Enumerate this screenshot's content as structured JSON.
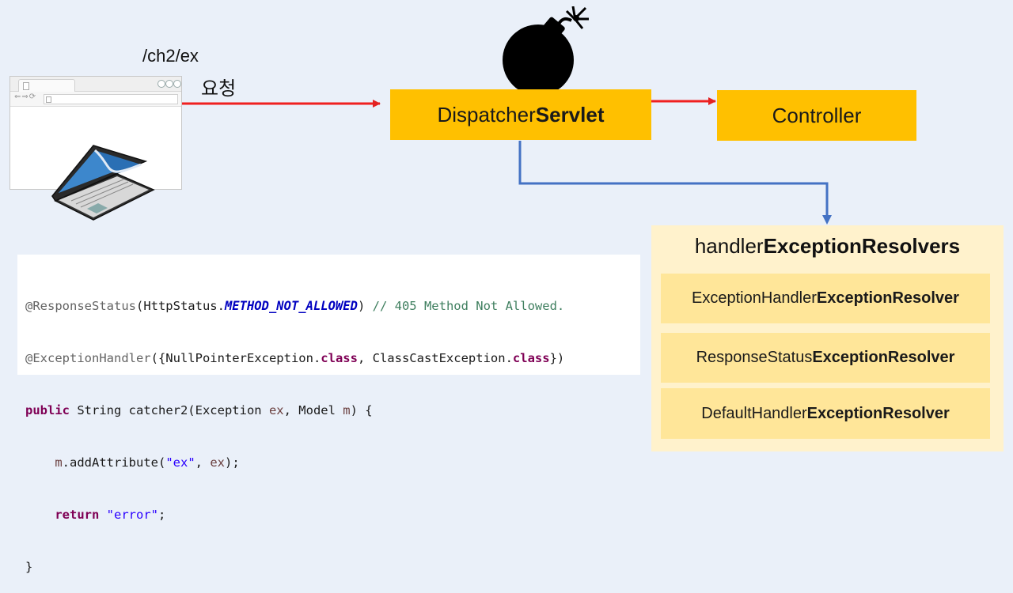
{
  "request": {
    "path": "/ch2/ex",
    "label": "요청"
  },
  "nodes": {
    "dispatcher": {
      "prefix": "Dispatcher",
      "bold": "Servlet"
    },
    "controller": {
      "label": "Controller"
    }
  },
  "resolvers": {
    "title_prefix": "handler",
    "title_bold": "ExceptionResolvers",
    "items": [
      {
        "prefix": "ExceptionHandler",
        "bold": "ExceptionResolver"
      },
      {
        "prefix": "ResponseStatus",
        "bold": "ExceptionResolver"
      },
      {
        "prefix": "DefaultHandler",
        "bold": "ExceptionResolver"
      }
    ]
  },
  "code": {
    "l1": {
      "a": "@ResponseStatus",
      "b": "(HttpStatus.",
      "c": "METHOD_NOT_ALLOWED",
      "d": ") ",
      "e": "// 405 Method Not Allowed."
    },
    "l2": {
      "a": "@ExceptionHandler",
      "b": "({NullPointerException.",
      "c": "class",
      "d": ", ClassCastException.",
      "e": "class",
      "f": "})"
    },
    "l3": {
      "a": "public",
      "b": " String catcher2(Exception ",
      "c": "ex",
      "d": ", Model ",
      "e": "m",
      "f": ") {"
    },
    "l4": {
      "a": "    ",
      "b": "m",
      "c": ".addAttribute(",
      "d": "\"ex\"",
      "e": ", ",
      "f": "ex",
      "g": ");"
    },
    "l5": {
      "a": "    ",
      "b": "return",
      "c": " ",
      "d": "\"error\"",
      "e": ";"
    },
    "l6": {
      "a": "}"
    }
  },
  "colors": {
    "request_arrow": "#ff0000",
    "exception_arrow": "#4472c4",
    "node_fill": "#ffc000",
    "panel_fill": "#fff2cc",
    "resolver_fill": "#ffe699"
  }
}
